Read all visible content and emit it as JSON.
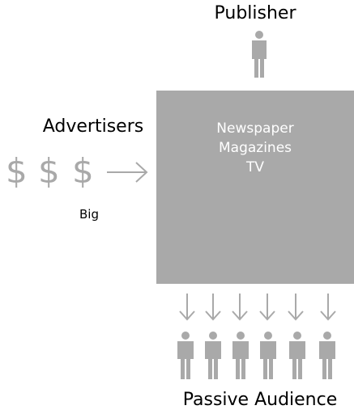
{
  "publisher": {
    "label": "Publisher"
  },
  "advertisers": {
    "label": "Advertisers",
    "money_symbols": [
      "$",
      "$",
      "$"
    ],
    "size_label": "Big"
  },
  "media": {
    "items": [
      "Newspaper",
      "Magazines",
      "TV"
    ]
  },
  "audience": {
    "label": "Passive Audience",
    "people_count": 6
  },
  "colors": {
    "gray": "#a9a9a9",
    "text": "#000000",
    "box_text": "#ffffff"
  },
  "icons": {
    "person": "person-icon",
    "arrow_right": "arrow-right-icon",
    "arrow_down": "arrow-down-icon"
  }
}
